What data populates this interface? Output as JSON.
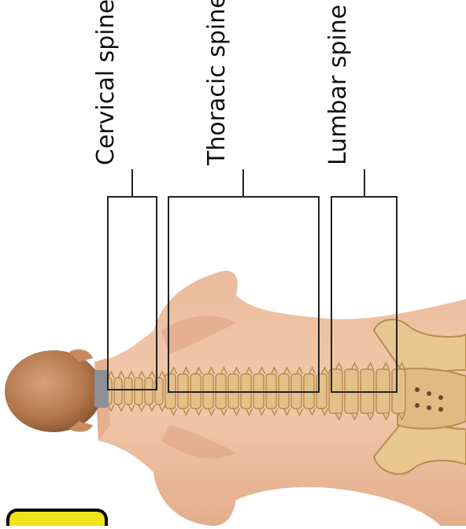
{
  "labels": {
    "cervical": "Cervical spine",
    "thoracic": "Thoracic spine",
    "lumbar": "Lumbar spine"
  },
  "colors": {
    "skin": "#e8b493",
    "skin_shadow": "#d18f6e",
    "bone": "#e3c08a",
    "bone_dark": "#b98a4f",
    "skull": "#b77a4c",
    "bracket": "#222222",
    "badge": "#f2e21a"
  }
}
